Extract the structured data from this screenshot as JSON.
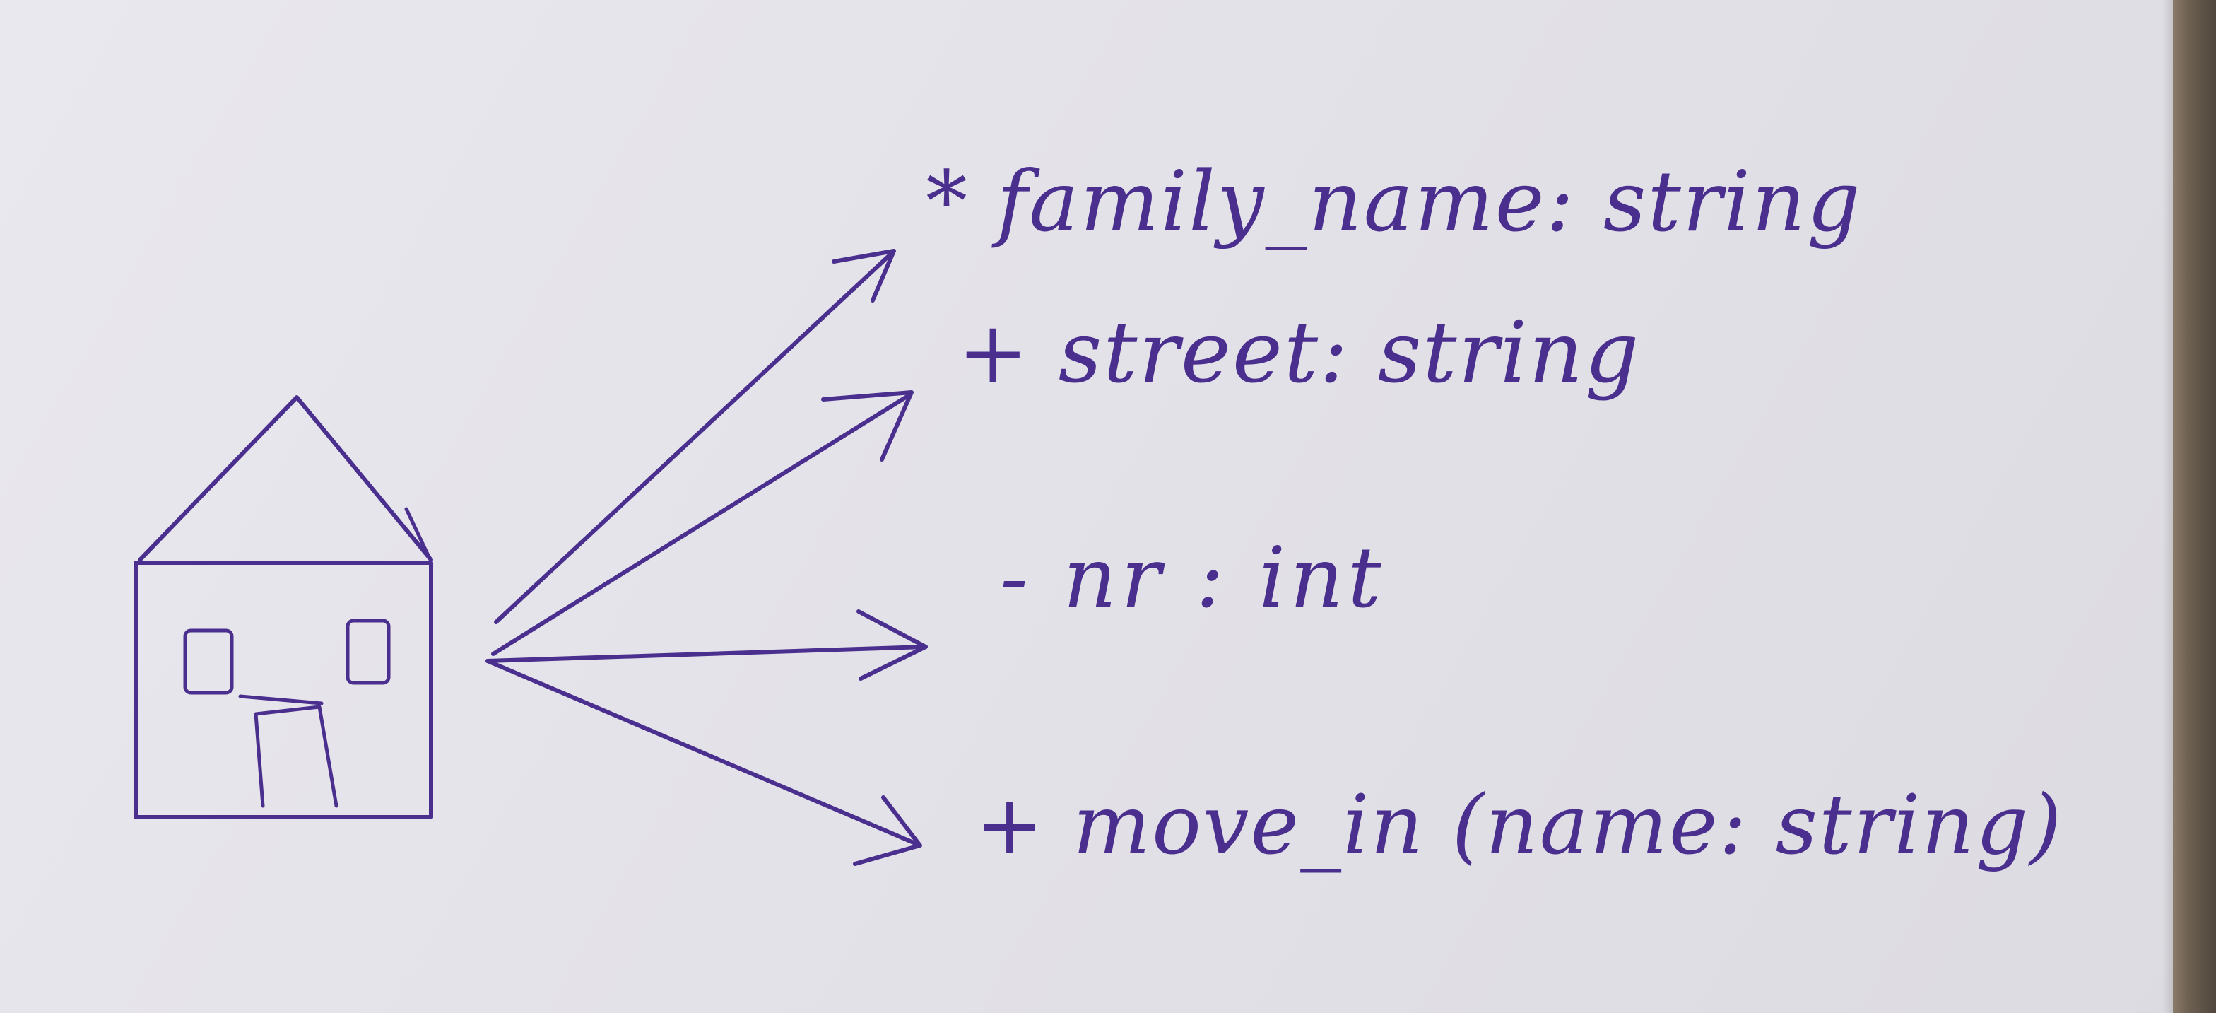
{
  "ink_color": "#4a2f8f",
  "paper_color": "#e6e5eb",
  "class_icon": "house-icon",
  "members": [
    {
      "text": "* family_name: string"
    },
    {
      "text": "+ street: string"
    },
    {
      "text": "- nr : int"
    },
    {
      "text": "+ move_in (name: string)"
    }
  ]
}
